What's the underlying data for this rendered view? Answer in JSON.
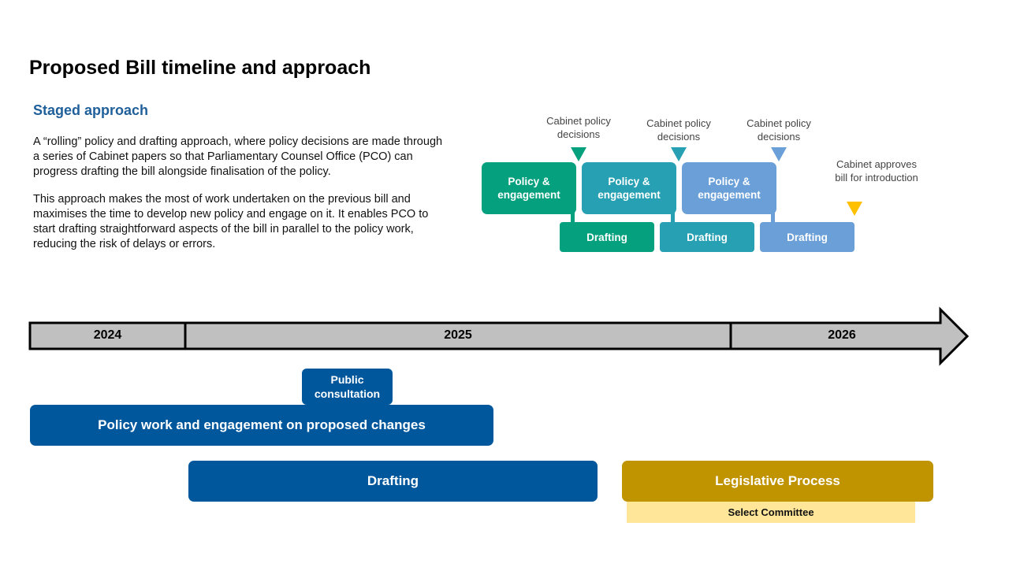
{
  "title": "Proposed Bill timeline and approach",
  "staged": {
    "heading": "Staged approach",
    "para1": "A “rolling” policy and drafting approach, where policy decisions are made through a series of Cabinet papers so that Parliamentary Counsel Office (PCO) can progress drafting the bill alongside finalisation of the policy.",
    "para2": "This approach makes the most of work undertaken on the previous bill and maximises the time to develop new policy and engage on it. It enables PCO to start drafting straightforward aspects of the bill in parallel to the policy work, reducing the risk of delays or errors."
  },
  "rolling": {
    "colors": [
      "#05a07e",
      "#26a0b2",
      "#6a9fd8"
    ],
    "final_marker_color": "#ffc000",
    "stages": [
      {
        "policy": "Policy & engagement",
        "drafting": "Drafting",
        "cabinet": "Cabinet policy decisions"
      },
      {
        "policy": "Policy & engagement",
        "drafting": "Drafting",
        "cabinet": "Cabinet policy decisions"
      },
      {
        "policy": "Policy & engagement",
        "drafting": "Drafting",
        "cabinet": "Cabinet policy decisions"
      }
    ],
    "final_label": "Cabinet approves bill for introduction"
  },
  "timeline": {
    "years": [
      "2024",
      "2025",
      "2026"
    ],
    "public_consultation": "Public consultation",
    "policy_work": "Policy work and engagement on proposed changes",
    "drafting": "Drafting",
    "legislative": "Legislative Process",
    "select_committee": "Select Committee",
    "colors": {
      "blue": "#00579c",
      "gold": "#c09300",
      "sc": "#ffe699",
      "arrow": "#c0c0c0"
    }
  }
}
